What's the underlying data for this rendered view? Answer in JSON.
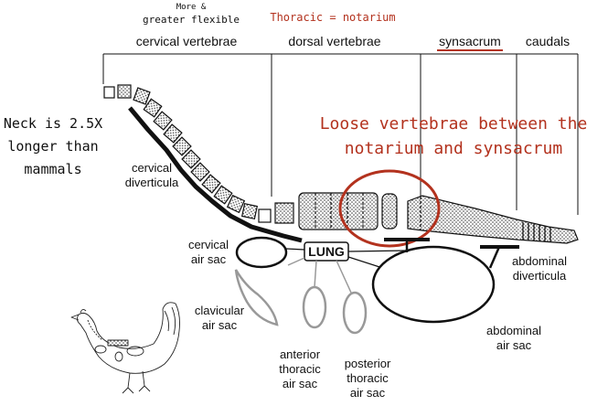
{
  "header": {
    "cervical": "cervical vertebrae",
    "dorsal": "dorsal vertebrae",
    "synsacrum": "synsacrum",
    "caudals": "caudals"
  },
  "notes": {
    "more_flexible_1": "More &",
    "more_flexible_2": "greater flexible",
    "thoracic_notarium": "Thoracic = notarium",
    "neck_1": "Neck is 2.5X",
    "neck_2": "longer than",
    "neck_3": "mammals",
    "loose_1": "Loose vertebrae between the",
    "loose_2": "notarium and synsacrum"
  },
  "labels": {
    "cervical_diverticula_1": "cervical",
    "cervical_diverticula_2": "diverticula",
    "cervical_air_sac_1": "cervical",
    "cervical_air_sac_2": "air sac",
    "lung": "LUNG",
    "clavicular_1": "clavicular",
    "clavicular_2": "air sac",
    "anterior_1": "anterior",
    "anterior_2": "thoracic",
    "anterior_3": "air sac",
    "posterior_1": "posterior",
    "posterior_2": "thoracic",
    "posterior_3": "air sac",
    "abd_div_1": "abdominal",
    "abd_div_2": "diverticula",
    "abd_sac_1": "abdominal",
    "abd_sac_2": "air sac"
  },
  "colors": {
    "ink": "#111111",
    "annotation_red": "#b3321e",
    "grey_outline": "#999999"
  }
}
